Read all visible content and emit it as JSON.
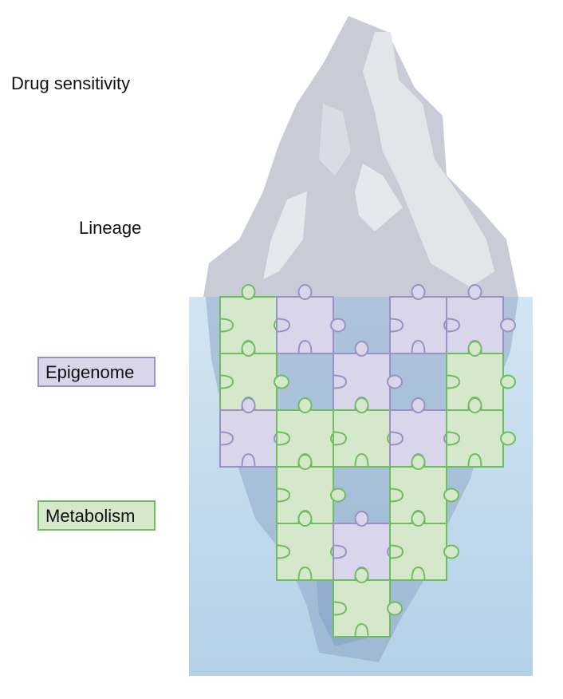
{
  "labels": {
    "drug_sensitivity": "Drug sensitivity",
    "lineage": "Lineage"
  },
  "legend": {
    "epigenome": "Epigenome",
    "metabolism": "Metabolism"
  },
  "colors": {
    "epigenome_fill": "#d9d5ea",
    "epigenome_stroke": "#9a91c4",
    "metabolism_fill": "#d5e8cb",
    "metabolism_stroke": "#6fbe5d",
    "water_top": "#cfe3f2",
    "water_bottom": "#b6d2e8",
    "ice": "#d3d6de"
  },
  "puzzle_grid": [
    [
      "metabolism",
      "epigenome",
      null,
      "epigenome",
      "epigenome"
    ],
    [
      "metabolism",
      null,
      "epigenome",
      null,
      "metabolism"
    ],
    [
      "epigenome",
      "metabolism",
      "metabolism",
      "epigenome",
      "metabolism"
    ],
    [
      null,
      "metabolism",
      null,
      "metabolism",
      null
    ],
    [
      null,
      "metabolism",
      "epigenome",
      "metabolism",
      null
    ],
    [
      null,
      null,
      "metabolism",
      null,
      null
    ]
  ]
}
